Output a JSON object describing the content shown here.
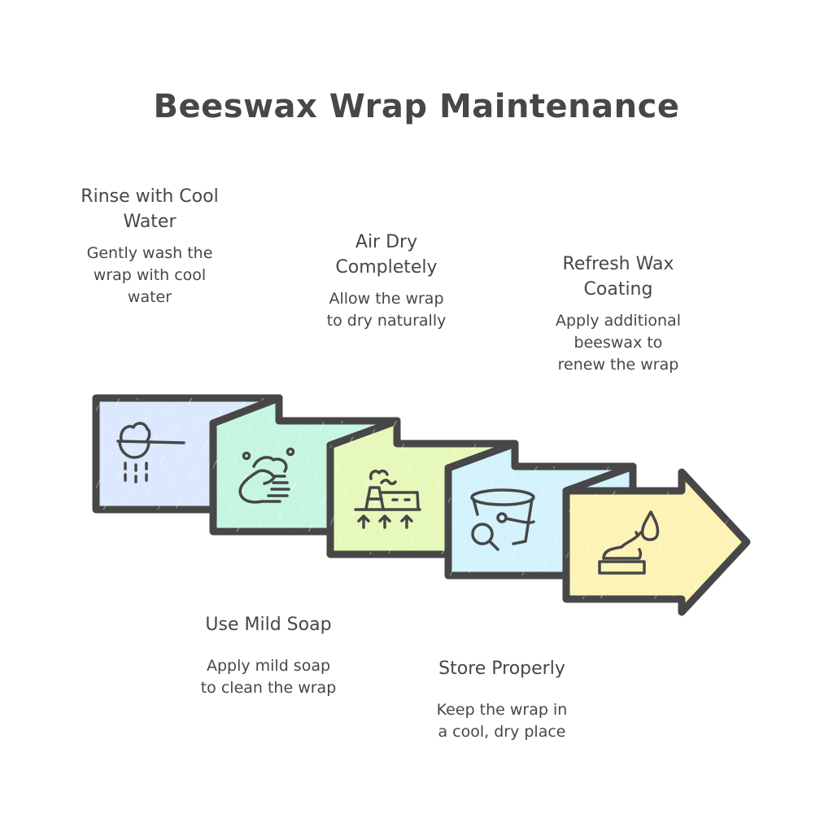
{
  "title": "Beeswax Wrap Maintenance",
  "colors": {
    "stroke": "#474747",
    "text": "#474747",
    "panel_1": "#dbe8fd",
    "panel_2": "#c6f6e2",
    "panel_3": "#e6f9bb",
    "panel_4": "#d3f2fc",
    "panel_5": "#fdf3b6",
    "background": "#ffffff"
  },
  "steps": [
    {
      "heading_line1": "Rinse with Cool",
      "heading_line2": "Water",
      "desc_line1": "Gently wash the",
      "desc_line2": "wrap with cool",
      "desc_line3": "water",
      "icon": "rinse-scoop-icon"
    },
    {
      "heading_line1": "Use Mild Soap",
      "desc_line1": "Apply mild soap",
      "desc_line2": "to clean the wrap",
      "icon": "hand-wash-icon"
    },
    {
      "heading_line1": "Air Dry",
      "heading_line2": "Completely",
      "desc_line1": "Allow the wrap",
      "desc_line2": "to dry naturally",
      "icon": "air-dry-factory-icon"
    },
    {
      "heading_line1": "Store Properly",
      "desc_line1": "Keep the wrap in",
      "desc_line2": "a cool, dry place",
      "icon": "bucket-search-icon"
    },
    {
      "heading_line1": "Refresh Wax",
      "heading_line2": "Coating",
      "desc_line1": "Apply additional",
      "desc_line2": "beeswax to",
      "desc_line3": "renew the wrap",
      "icon": "wax-drop-icon"
    }
  ]
}
